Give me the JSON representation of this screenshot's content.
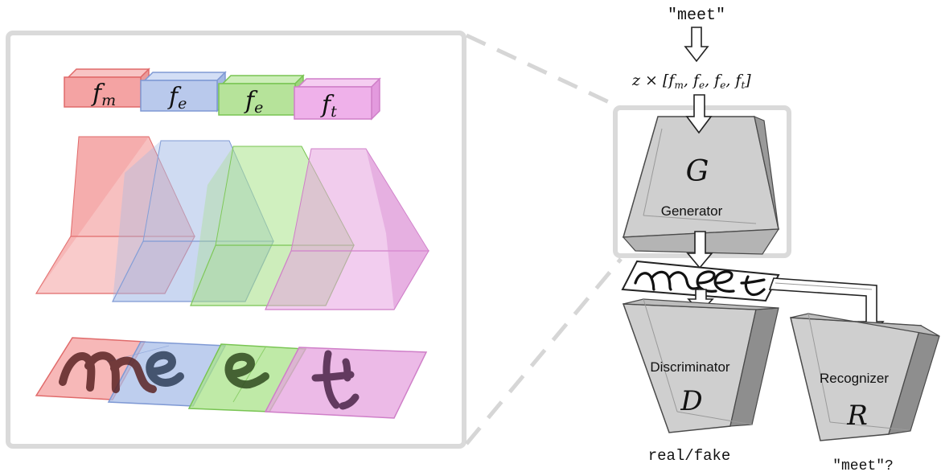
{
  "input": {
    "word": "\"meet\""
  },
  "latent": {
    "formula": "z × [f",
    "subs": [
      "m",
      "e",
      "e",
      "t"
    ]
  },
  "filters": [
    {
      "glyph": "f",
      "sub": "m",
      "fill": "#f4a3a3",
      "stroke": "#e06a6a"
    },
    {
      "glyph": "f",
      "sub": "e",
      "fill": "#b9c9ec",
      "stroke": "#7f99d4"
    },
    {
      "glyph": "f",
      "sub": "e",
      "fill": "#b6e39a",
      "stroke": "#78c452"
    },
    {
      "glyph": "f",
      "sub": "t",
      "fill": "#efb1ea",
      "stroke": "#cf7fc8"
    }
  ],
  "generator": {
    "symbol": "G",
    "label": "Generator"
  },
  "discriminator": {
    "symbol": "D",
    "label": "Discriminator",
    "output": "real/fake"
  },
  "recognizer": {
    "symbol": "R",
    "label": "Recognizer",
    "output": "\"meet\"?"
  },
  "colors": {
    "block_fill": "#c8c8c8",
    "block_dark": "#8e8e8e",
    "frame": "#dadada"
  }
}
